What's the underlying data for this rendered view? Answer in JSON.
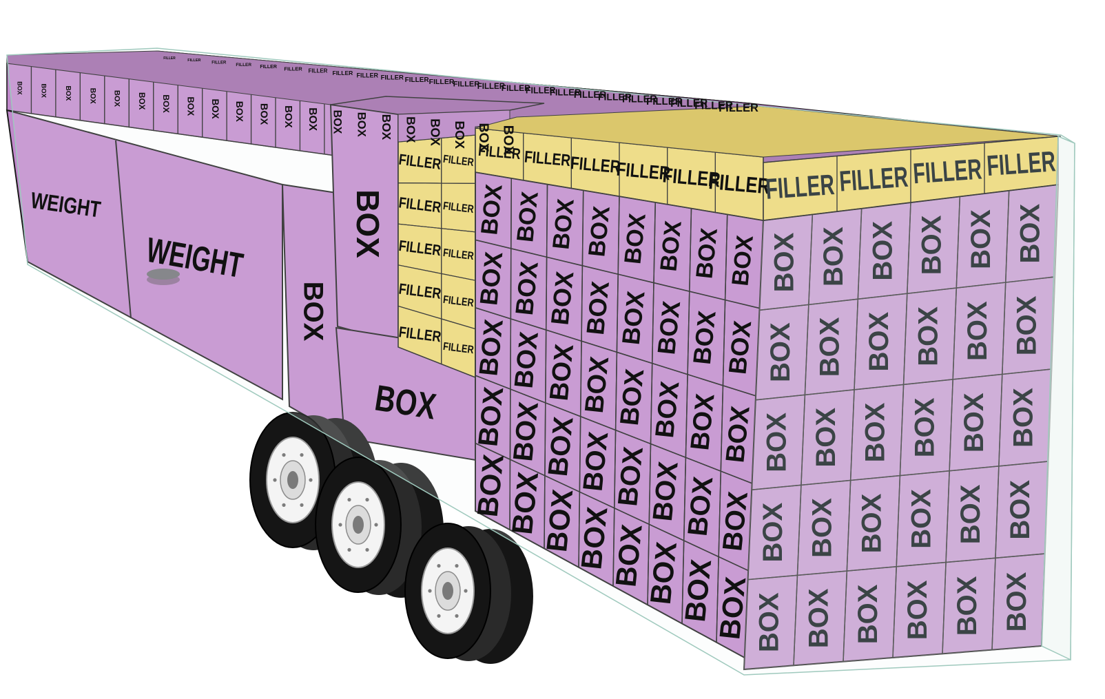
{
  "diagram": {
    "labels": {
      "box": "BOX",
      "filler": "FILLER",
      "weight": "WEIGHT"
    },
    "colors": {
      "box_front": "#c189cc",
      "box_front_shaded": "#c8a0d2",
      "box_top": "#9e67a8",
      "box_side": "#b77fc3",
      "filler_front": "#eed873",
      "filler_top": "#d7bd4f",
      "filler_side": "#e3c962",
      "text_dark": "#111111",
      "text_grey": "#3b4446",
      "edge": "#1a1a1a",
      "tire": "#151515",
      "rim": "#f4f4f4",
      "hub": "#7a7a7a",
      "container_glass": "#eef6f3",
      "container_edge": "#9fc9bd"
    },
    "wheel_count": 3
  }
}
